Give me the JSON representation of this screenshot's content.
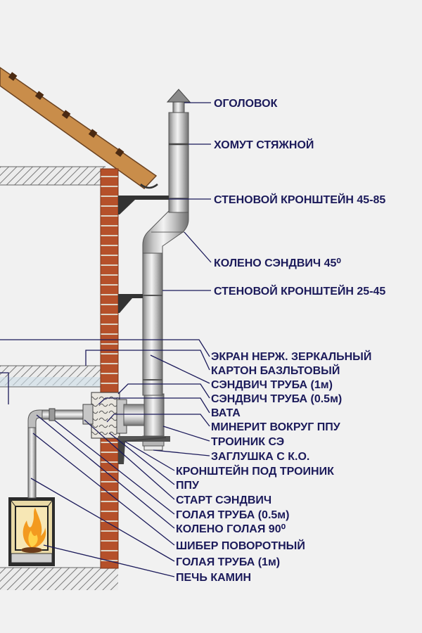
{
  "colors": {
    "label": "#1b1a5a",
    "brick": "#b5502a",
    "mortar": "#ddd3c4",
    "rafter": "#c98d4a",
    "pipe_light": "#dcdcdc",
    "pipe_dark": "#8c8c8c",
    "flame": "#f39a1f",
    "background": "#f1f1f1"
  },
  "labels": [
    "ОГОЛОВОК",
    "ХОМУТ СТЯЖНОЙ",
    "СТЕНОВОЙ КРОНШТЕЙН 45-85",
    "КОЛЕНО СЭНДВИЧ 45⁰",
    "СТЕНОВОЙ КРОНШТЕЙН 25-45",
    "ЭКРАН НЕРЖ. ЗЕРКАЛЬНЫЙ",
    "КАРТОН БАЗЛЬТОВЫЙ",
    "СЭНДВИЧ ТРУБА (1м)",
    "СЭНДВИЧ ТРУБА (0.5м)",
    "ВАТА",
    "МИНЕРИТ ВОКРУГ ППУ",
    "ТРОИНИК СЭ",
    "ЗАГЛУШКА С К.О.",
    "КРОНШТЕЙН ПОД ТРОИНИК",
    "ППУ",
    "СТАРТ СЭНДВИЧ",
    "ГОЛАЯ ТРУБА (0.5м)",
    "КОЛЕНО ГОЛАЯ 90⁰",
    "ШИБЕР ПОВОРОТНЫЙ",
    "ГОЛАЯ ТРУБА (1м)",
    "ПЕЧЬ КАМИН"
  ]
}
